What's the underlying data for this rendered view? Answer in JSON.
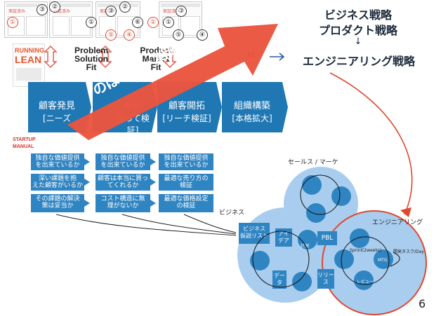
{
  "thumbnails": [
    {
      "label": "実証済み"
    },
    {
      "label": "実証済み"
    },
    {
      "label": "実証済み"
    },
    {
      "label": "実証済み"
    }
  ],
  "markers": {
    "n1": "①",
    "n2": "②",
    "n3": "③",
    "n4": "④",
    "n5": "⑤",
    "n6": "⑥"
  },
  "book_running": {
    "line1": "RUNNING",
    "line2": "LEAN"
  },
  "book_startup": {
    "line1": "STARTUP",
    "line2": "MANUAL"
  },
  "fits": {
    "problem": [
      "Problem",
      "Solution",
      "Fit"
    ],
    "product": [
      "Product",
      "Market",
      "Fit"
    ]
  },
  "banner": {
    "text": "のぼり方・戦略"
  },
  "stages": [
    {
      "title": "顧客発見",
      "sub": "[ニーズ"
    },
    {
      "title": "検証",
      "sub": "売って検証]"
    },
    {
      "title": "顧客開拓",
      "sub": "[リーチ検証]"
    },
    {
      "title": "組織構築",
      "sub": "[本格拡大]"
    }
  ],
  "questions": [
    [
      "独自な価値提供\nを出来ているか",
      "深い課題を抱\nえた顧客がいるか",
      "その課題の解決\n策は妥当か"
    ],
    [
      "独自な価値提供\nを出来ているか",
      "顧客は本当に買っ\nてくれるか",
      "コスト構造に無\n理がないか"
    ],
    [
      "独自な価値提供\nを出来ているか",
      "最適な売り方の\n検証",
      "最適な価格設定\nの検証"
    ]
  ],
  "strategy": {
    "line1": "ビジネス戦略",
    "line2": "プロダクト戦略",
    "arrow": "↓",
    "line3": "エンジニアリング戦略"
  },
  "arrow_partial": "lli",
  "cycles": {
    "sales_label": "セールス / マーケ",
    "business_label": "ビジネス",
    "engineering_label": "エンジニアリング",
    "business_list": "ビジネス\n仮説リスト",
    "idea": "アイ\nデア",
    "pbl": "PBL",
    "data": "デー\nタ",
    "release": "リリー\nス",
    "sprint": "Sprint(2weeks)",
    "dev": "開発タスク/Day",
    "review": "レビュー",
    "mtg": "MTG",
    "measure": "計測"
  },
  "page_number": "6"
}
